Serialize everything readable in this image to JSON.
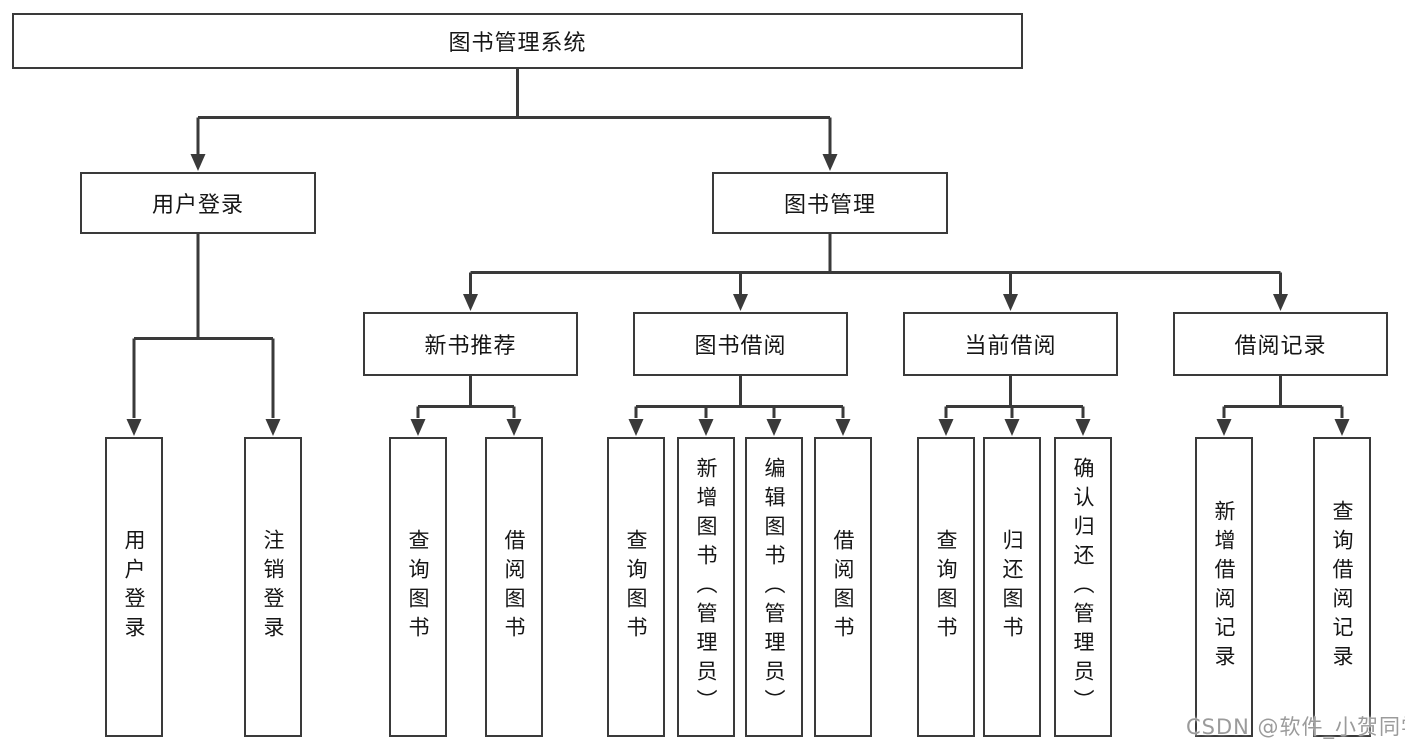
{
  "nodes": {
    "root": {
      "label": "图书管理系统"
    },
    "user_login": {
      "label": "用户登录"
    },
    "book_mgmt": {
      "label": "图书管理"
    },
    "new_rec": {
      "label": "新书推荐"
    },
    "book_borrow": {
      "label": "图书借阅"
    },
    "current_borrow": {
      "label": "当前借阅"
    },
    "borrow_record": {
      "label": "借阅记录"
    },
    "ul_login": {
      "label": "用户登录"
    },
    "ul_logout": {
      "label": "注销登录"
    },
    "nr_query": {
      "label": "查询图书"
    },
    "nr_borrow": {
      "label": "借阅图书"
    },
    "bb_query": {
      "label": "查询图书"
    },
    "bb_add": {
      "label": "新增图书（管理员）"
    },
    "bb_edit": {
      "label": "编辑图书（管理员）"
    },
    "bb_borrow": {
      "label": "借阅图书"
    },
    "cb_query": {
      "label": "查询图书"
    },
    "cb_return": {
      "label": "归还图书"
    },
    "cb_confirm": {
      "label": "确认归还（管理员）"
    },
    "br_add": {
      "label": "新增借阅记录"
    },
    "br_query": {
      "label": "查询借阅记录"
    }
  },
  "hierarchy": {
    "图书管理系统": {
      "用户登录": [
        "用户登录",
        "注销登录"
      ],
      "图书管理": {
        "新书推荐": [
          "查询图书",
          "借阅图书"
        ],
        "图书借阅": [
          "查询图书",
          "新增图书（管理员）",
          "编辑图书（管理员）",
          "借阅图书"
        ],
        "当前借阅": [
          "查询图书",
          "归还图书",
          "确认归还（管理员）"
        ],
        "借阅记录": [
          "新增借阅记录",
          "查询借阅记录"
        ]
      }
    }
  },
  "watermark": {
    "text": "CSDN @软件_小贺同学"
  },
  "colors": {
    "line": "#3a3a3a",
    "box_border": "#3a3a3a",
    "text": "#161616",
    "background": "#ffffff",
    "watermark": "#9b9b9b"
  }
}
